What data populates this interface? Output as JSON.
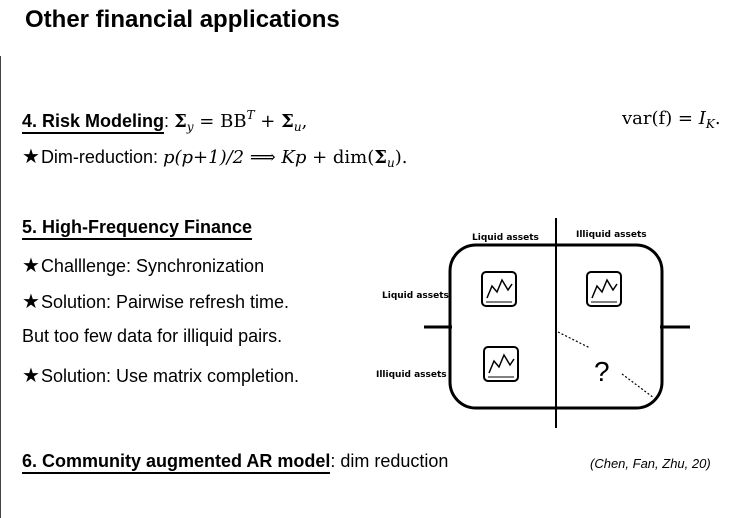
{
  "title": "Other financial applications",
  "risk": {
    "label": "4. Risk Modeling",
    "colon": ":",
    "formula_sigma_y": "Σ",
    "formula_sub_y": "y",
    "formula_eq": " = BB",
    "formula_sup_T": "T",
    "formula_plus": " + ",
    "formula_sigma_u": "Σ",
    "formula_sub_u": "u",
    "formula_comma": ",",
    "var_text": "var(f) = ",
    "var_rhs": "I",
    "var_sub": "K",
    "var_dot": "."
  },
  "dimred": {
    "star": "★",
    "label": "Dim-reduction: ",
    "expr_a": "p(p+1)/2",
    "arrow": " ⟹ ",
    "expr_b": "Kp",
    "expr_c": " + dim(",
    "expr_sigma": "Σ",
    "expr_sub": "u",
    "expr_end": ")."
  },
  "hff": {
    "label": "5. High-Frequency Finance",
    "star": "★",
    "challenge": "Challlenge: Synchronization",
    "solution1": "Solution: Pairwise refresh time.",
    "few_data": "But too few data for illiquid pairs.",
    "solution2": "Solution: Use matrix completion."
  },
  "diagram": {
    "col_liquid": "Liquid assets",
    "col_illiquid": "Illiquid assets",
    "row_liquid": "Liquid assets",
    "row_illiquid": "Illiquid assets",
    "unknown": "?"
  },
  "community": {
    "label": "6. Community augmented AR model",
    "rest": ": dim reduction",
    "citation": "(Chen, Fan, Zhu, 20)"
  }
}
